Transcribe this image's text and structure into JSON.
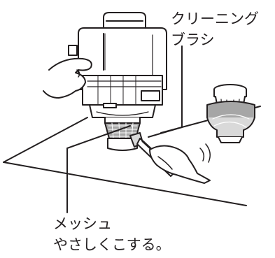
{
  "labels": {
    "cleaning_brush_line1": "クリーニング",
    "cleaning_brush_line2": "ブラシ",
    "mesh_title": "メッシュ",
    "mesh_instruction": "やさしくこする。"
  },
  "colors": {
    "ink": "#231f20",
    "fill": "#ffffff",
    "shade": "#d9d9d9",
    "shade_dark": "#a6a6a6"
  },
  "icons": [
    "hand-holding-juicer-icon",
    "juicer-unit-icon",
    "mesh-filter-icon",
    "cleaning-brush-icon",
    "hand-with-brush-icon",
    "detached-filter-cup-icon",
    "motion-lines-icon"
  ]
}
